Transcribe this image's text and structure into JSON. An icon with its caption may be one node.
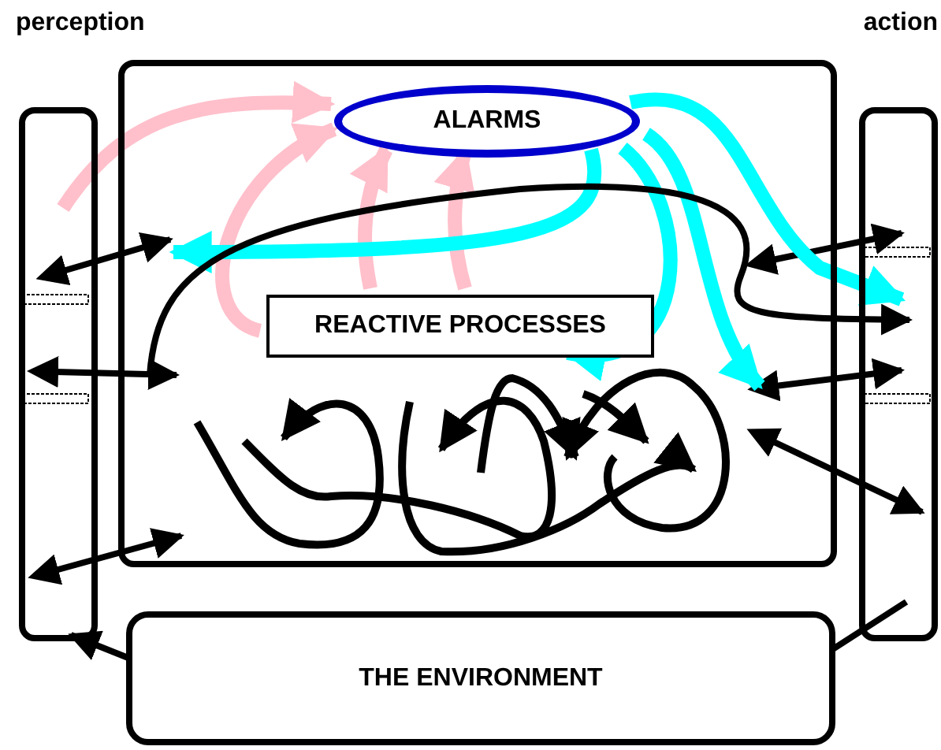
{
  "diagram": {
    "nodes": [
      {
        "text": [
          "perception"
        ]
      },
      {
        "text": [
          "action"
        ]
      },
      {
        "text": [],
        "shape": "box"
      },
      {
        "text": [
          "ALARMS"
        ],
        "in": 2
      },
      {
        "text": [
          "REACTIVE PROCESSES"
        ],
        "in": 2
      },
      {
        "text": [
          "THE ENVIRONMENT"
        ]
      }
    ],
    "edges": [
      {
        "from": 0,
        "to": 2,
        "arrow": "both"
      },
      {
        "from": 0,
        "to": 2,
        "arrow": "both"
      },
      {
        "from": 0,
        "to": 2,
        "arrow": "both"
      },
      {
        "from": 2,
        "to": 1,
        "arrow": "both"
      },
      {
        "from": 2,
        "to": 1,
        "arrow": "both"
      },
      {
        "from": 2,
        "to": 1,
        "arrow": "both"
      },
      {
        "from": 5,
        "to": 0,
        "arrow": "to"
      },
      {
        "from": 1,
        "to": 5,
        "arrow": "to"
      },
      {
        "from": 0,
        "to": 3,
        "arrow": "to",
        "style": "thick",
        "color": "#ffc0cb"
      },
      {
        "from": 4,
        "to": 3,
        "arrow": "to",
        "style": "thick",
        "color": "#ffc0cb"
      },
      {
        "from": 4,
        "to": 3,
        "arrow": "to",
        "style": "thick",
        "color": "#ffc0cb"
      },
      {
        "from": 4,
        "to": 3,
        "arrow": "to",
        "style": "thick",
        "color": "#ffc0cb"
      },
      {
        "from": 3,
        "to": 1,
        "arrow": "to",
        "style": "thick",
        "color": "#00ffff"
      },
      {
        "from": 3,
        "to": 2,
        "arrow": "to",
        "style": "thick",
        "color": "#00ffff"
      },
      {
        "from": 3,
        "to": 4,
        "arrow": "to",
        "style": "thick",
        "color": "#00ffff"
      },
      {
        "from": 3,
        "to": 2,
        "arrow": "to",
        "style": "thick",
        "color": "#00ffff"
      },
      {
        "from": 2,
        "to": 1,
        "arrow": "to"
      }
    ]
  }
}
